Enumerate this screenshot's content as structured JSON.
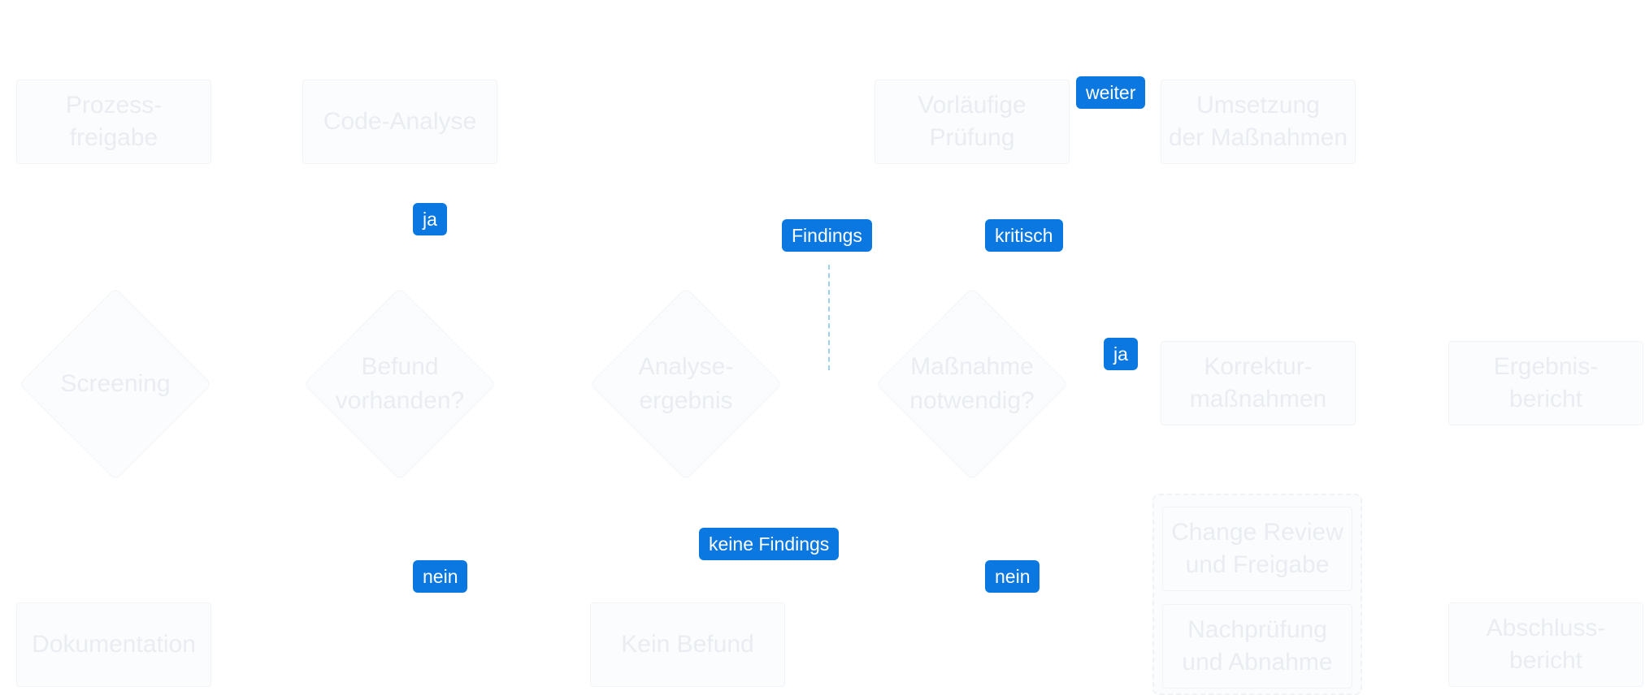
{
  "nodes": {
    "n1": "Prozess-\nfreigabe",
    "n2": "Code-Analyse",
    "n3": "Vorläufige\nPrüfung",
    "n4": "Umsetzung\nder Maßnahmen",
    "n5": "Korrektur-\nmaßnahmen",
    "n6": "Ergebnis-\nbericht",
    "n7": "Dokumentation",
    "n8": "Kein Befund",
    "n9": "Abschluss-\nbericht",
    "g1": "Change Review\nund Freigabe",
    "g2": "Nachprüfung\nund Abnahme"
  },
  "decisions": {
    "d1": "Screening",
    "d2": "Befund\nvorhanden?",
    "d3": "Analyse-\nergebnis",
    "d4": "Maßnahme\nnotwendig?"
  },
  "edge_labels": {
    "weiter": "weiter",
    "ja_top": "ja",
    "findings": "Findings",
    "kritisch": "kritisch",
    "ja_right": "ja",
    "keine_findings": "keine Findings",
    "nein_left": "nein",
    "nein_right": "nein"
  },
  "colors": {
    "badge": "#0a78e0",
    "badge_text": "#ffffff",
    "dashed_edge": "#9fd0ec"
  }
}
